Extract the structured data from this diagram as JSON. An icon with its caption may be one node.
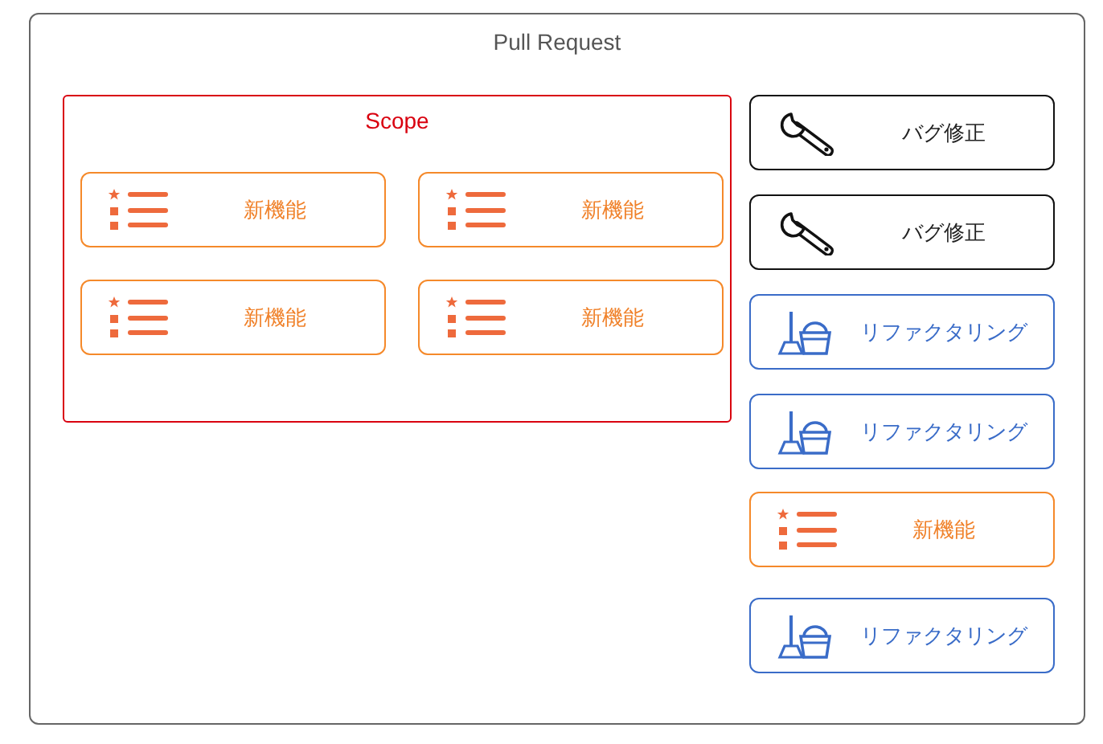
{
  "diagram": {
    "nodes": [
      {
        "text": [
          "Pull Request"
        ]
      },
      {
        "text": [
          "Scope"
        ],
        "in": 0
      },
      {
        "text": [
          "新機能"
        ],
        "in": 1
      },
      {
        "text": [
          "新機能"
        ],
        "in": 1
      },
      {
        "text": [
          "新機能"
        ],
        "in": 1
      },
      {
        "text": [
          "新機能"
        ],
        "in": 1
      },
      {
        "text": [
          "バグ修正"
        ],
        "in": 0
      },
      {
        "text": [
          "バグ修正"
        ],
        "in": 0
      },
      {
        "text": [
          "リファクタリング"
        ],
        "in": 0
      },
      {
        "text": [
          "リファクタリング"
        ],
        "in": 0
      },
      {
        "text": [
          "新機能"
        ],
        "in": 0
      },
      {
        "text": [
          "リファクタリング"
        ],
        "in": 0
      }
    ]
  }
}
